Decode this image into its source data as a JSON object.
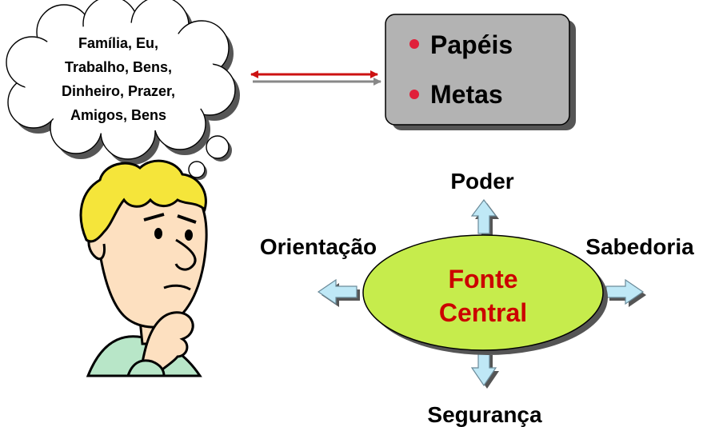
{
  "thought_bubble": {
    "lines": [
      "Família, Eu,",
      "Trabalho, Bens,",
      "Dinheiro, Prazer,",
      "Amigos, Bens"
    ]
  },
  "roles_box": {
    "items": [
      "Papéis",
      "Metas"
    ],
    "bullet_color": "#e0203a",
    "fill_color": "#b3b3b3"
  },
  "connector": {
    "top_color": "#cc1111",
    "bottom_color": "#888888"
  },
  "center": {
    "lines": [
      "Fonte",
      "Central"
    ],
    "fill_color": "#c6ec4c",
    "text_color": "#cc0000"
  },
  "directions": {
    "top": "Poder",
    "right": "Sabedoria",
    "bottom": "Segurança",
    "left": "Orientação"
  },
  "arrow_color": "#bfe8f6",
  "icons": [
    "thinking-man-icon",
    "thought-bubble-icon"
  ]
}
